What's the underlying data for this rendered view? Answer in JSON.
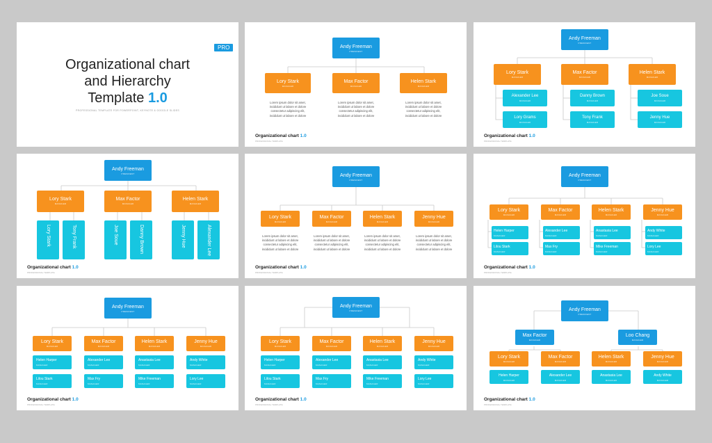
{
  "colors": {
    "president": "#1a9be0",
    "manager": "#f7921e",
    "staff": "#17c6e0",
    "background": "#c9c9c9"
  },
  "cover": {
    "pro_badge": "PRO",
    "title_line1": "Organizational chart",
    "title_line2": "and Hierarchy",
    "title_line3": "Template",
    "version": "1.0",
    "subtitle": "PROFESSIONAL TEMPLATE FOR POWERPOINT, KEYNOTE & GOOGLE SLIDES"
  },
  "common": {
    "president_name": "Andy Freeman",
    "president_role": "PRESIDENT",
    "manager_role": "MANAGER",
    "staff_role": "MANAGER",
    "footer_title": "Organizational chart",
    "footer_version": "1.0",
    "footer_sub": "PROFESSIONAL TEMPLATE",
    "lorem_l1": "Lorem ipsum dolor sit amet,",
    "lorem_l2": "incididunt ut labore et dolore",
    "lorem_l3": "consectetur adipiscing elit,",
    "lorem_l4": "incididunt ut labore et dolore"
  },
  "names": {
    "lory_stark": "Lory Stark",
    "max_factor": "Max Factor",
    "helen_stark": "Helen Stark",
    "jenny_hue": "Jenny Hue",
    "loo_chang": "Loo Chang",
    "alexander_lee": "Alexander Lee",
    "lory_grams": "Lory Grams",
    "danny_brown": "Danny Brown",
    "tony_frank": "Tony Frank",
    "joe_soue": "Joe Soue",
    "helen_harper": "Helen Harper",
    "lilou_stark": "Lilou Stark",
    "max_fry": "Max Fry",
    "anastasia_lee": "Anastasia Lee",
    "mike_freeman": "Mike Freeman",
    "andy_white": "Andy White",
    "lory_lee": "Lory Lee"
  }
}
